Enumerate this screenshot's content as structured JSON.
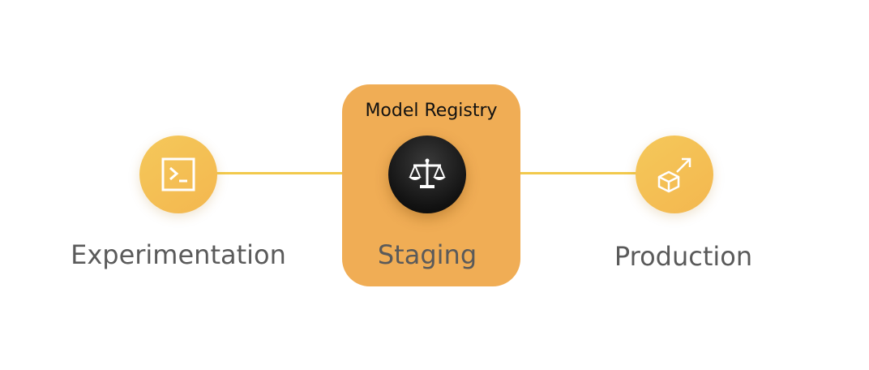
{
  "registry": {
    "title": "Model Registry"
  },
  "stages": [
    {
      "label": "Experimentation",
      "icon": "terminal-icon"
    },
    {
      "label": "Staging",
      "icon": "balance-scale-icon"
    },
    {
      "label": "Production",
      "icon": "package-export-icon"
    }
  ],
  "colors": {
    "node_yellow": "#f4c152",
    "registry_box": "#f0ad55",
    "node_dark": "#121212",
    "connector": "#f2c94c",
    "label": "#5a5a5a"
  }
}
